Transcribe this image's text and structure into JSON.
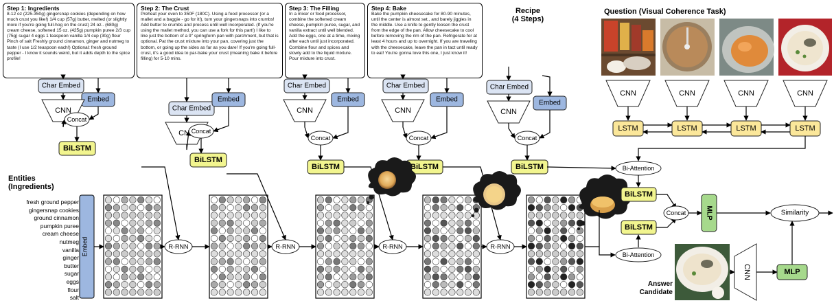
{
  "steps": [
    {
      "title": "Step 1: Ingredients",
      "text": "8-12 oz (225-350g) gingersnap cookies (depending on how much crust you like!) 1/4 cup (57g) butter, melted (or slightly more if you're going full-hog on the crust) 24 oz.. (680g) cream cheese, softened 15 oz. (425g) pumpkin puree 2/3 cup (75g) sugar 4 eggs 1 teaspoon vanilla 1/4 cup (30g) flour Pinch of salt Freshly ground cinnamon, ginger and nutmeg to taste (I use 1/2 teaspoon each!) Optional: fresh ground pepper - I know it sounds weird, but it adds depth to the spice profile!"
    },
    {
      "title": "Step 2: The Crust",
      "text": "Preheat your oven to 350F (180C). Using a food processor (or a mallet and a baggie - go for it!), turn your gingersnaps into crumbs! Add butter to crumbs and process until well incorporated. (If you're using the mallet method, you can use a fork for this part!) I like to line just the bottom of a 9\" springform pan with parchment, but that is optional. Pat the crust mixture into your pan, covering just the bottom, or going up the sides as far as you dare! If you're going full-crust, it's a good idea to par-bake your crust (meaning bake it before filling) for 5-10 mins."
    },
    {
      "title": "Step 3: The Filling",
      "text": "In a mixer or food processor, combine the softened cream cheese, pumpkin puree, sugar, and vanilla extract until well blended. Add the eggs, one at a time, mixing after each until just incorporated. Combine flour and spices and slowly add to the liquid mixture. Pour mixture into crust."
    },
    {
      "title": "Step 4: Bake",
      "text": "Bake the pumpkin cheesecake for 80-90 minutes, until the center is almost set., and barely jiggles in the middle. Use a knife to gently loosen the crust from the edge of the pan. Allow cheesecake to cool before removing the rim of the pan. Refrigerate for at least 4 hours and up to overnight. If you are traveling with the cheesecake, leave the pan in tact until ready to eat! You're gonna love this one, I just know it!"
    }
  ],
  "recipe_label_line1": "Recipe",
  "recipe_label_line2": "(4 Steps)",
  "question_label": "Question (Visual Coherence Task)",
  "entities_label_line1": "Entities",
  "entities_label_line2": "(Ingredients)",
  "entities": [
    "fresh ground pepper",
    "gingersnap cookies",
    "ground cinnamon",
    "pumpkin puree",
    "cream cheese",
    "nutmeg",
    "vanilla",
    "ginger",
    "butter",
    "sugar",
    "eggs",
    "flour",
    "salt"
  ],
  "answer_label_line1": "Answer",
  "answer_label_line2": "Candidate",
  "labels": {
    "char_embed": "Char Embed",
    "embed": "Embed",
    "cnn": "CNN",
    "concat": "Concat",
    "bilstm": "BiLSTM",
    "rrnn": "R-RNN",
    "lstm": "LSTM",
    "bi_attention": "Bi-Attention",
    "mlp": "MLP",
    "similarity": "Similarity"
  },
  "colors": {
    "embed_fill": "#9db7e0",
    "char_embed_fill": "#dbe4f3",
    "bilstm_fill": "#f2f58f",
    "lstm_fill": "#fbe79a",
    "mlp_fill": "#a6d98c",
    "cnn_fill": "#ffffff"
  }
}
